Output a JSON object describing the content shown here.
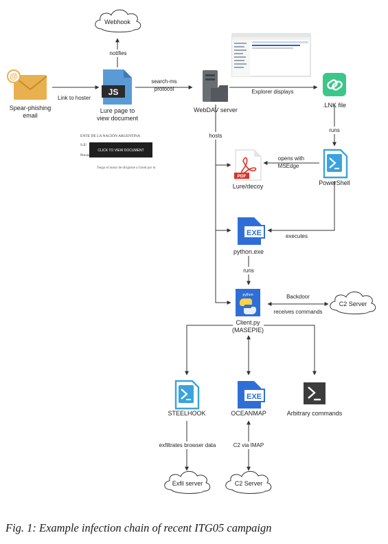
{
  "nodes": {
    "webhook": "Webhook",
    "spear_phishing": [
      "Spear-phishing",
      "email"
    ],
    "lure_page": [
      "Lure page to",
      "view document"
    ],
    "lure_page_icon_text": "JS",
    "webdav": "WebDAV server",
    "lnk": ".LNK file",
    "lure_decoy": "Lure/decoy",
    "pdf_badge": "PDF",
    "powershell": "PowerShell",
    "python_exe": "python.exe",
    "exe_badge": "EXE",
    "client_py": [
      "Client.py",
      "(MASEPIE)"
    ],
    "python_badge": "python",
    "c2_server_top": "C2 Server",
    "steelhook": "STEELHOOK",
    "oceanmap": "OCEANMAP",
    "arbitrary": "Arbitrary commands",
    "exfil_server": "Exfil server",
    "c2_server_bottom": "C2 Server"
  },
  "edges": {
    "notifies": "notifies",
    "link_to_hoster": "Link to hoster",
    "search_ms": [
      "search-ms",
      "protocol"
    ],
    "explorer_displays": "Explorer displays",
    "hosts": "hosts",
    "runs_lnk": "runs",
    "opens_with": [
      "opens with",
      "MSEdge"
    ],
    "executes": "executes",
    "runs_python": "runs",
    "backdoor": "Backdoor",
    "receives_commands": "receives commands",
    "exfiltrates": "exfiltrates browser data",
    "c2_via_imap": "C2 via IMAP"
  },
  "lure_doc_snippet": {
    "line1": "ENTE DE LA NACIÓN ARGENTINA",
    "line2": "S.E/",
    "line3": "Presidente,",
    "button": "CLICK TO VIEW DOCUMENT",
    "line4": "Tengo el honor de dirigirme a Usted por m"
  },
  "caption": "Fig. 1: Example infection chain of recent ITG05 campaign",
  "colors": {
    "envelope": "#e9b04f",
    "file_blue": "#5a9bd5",
    "lnk_green": "#3cc68a",
    "powershell_blue": "#3aa3df",
    "exe_blue": "#2f6ed6",
    "pdf_red": "#d9342b",
    "terminal_dark": "#3c3c3c",
    "server_gray": "#6a6d72",
    "arrow": "#333333"
  }
}
